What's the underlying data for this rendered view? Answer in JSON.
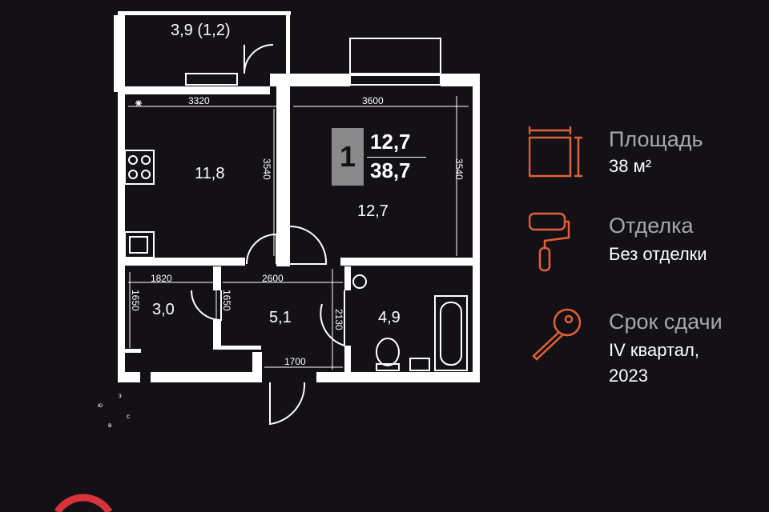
{
  "rooms": {
    "balcony": "3,9 (1,2)",
    "kitchen": "11,8",
    "room": "12,7",
    "hall": "5,1",
    "storage": "3,0",
    "bath": "4,9"
  },
  "dimensions": {
    "d3320": "3320",
    "d3600": "3600",
    "d3540a": "3540",
    "d3540b": "3540",
    "d1820": "1820",
    "d2600": "2600",
    "d1650a": "1650",
    "d1650b": "1650",
    "d2130": "2130",
    "d1700": "1700"
  },
  "badge": {
    "rooms": "1",
    "living": "12,7",
    "total": "38,7"
  },
  "compass": {
    "n": "з",
    "w": "ю",
    "e": "с",
    "s": "в"
  },
  "info": [
    {
      "icon": "area-icon",
      "title": "Площадь",
      "value": "38 м²"
    },
    {
      "icon": "paint-roller-icon",
      "title": "Отделка",
      "value": "Без отделки"
    },
    {
      "icon": "key-icon",
      "title": "Срок сдачи",
      "value": "IV квартал,",
      "value2": "2023"
    }
  ],
  "colors": {
    "accent": "#e0603a",
    "background": "#141116",
    "logo": "#d9333a"
  }
}
